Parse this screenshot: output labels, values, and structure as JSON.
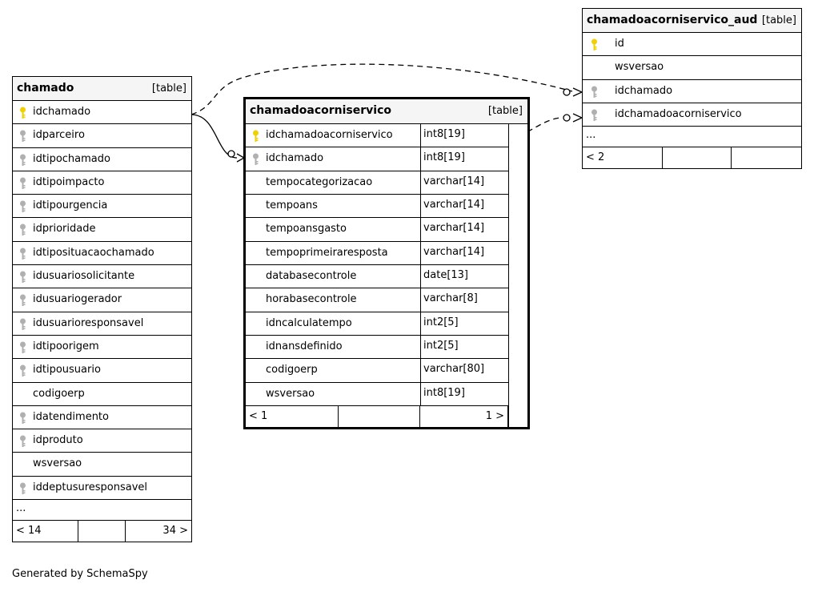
{
  "tables": {
    "chamado": {
      "name": "chamado",
      "type_label": "[table]",
      "columns": [
        {
          "name": "idchamado",
          "key": "primary"
        },
        {
          "name": "idparceiro",
          "key": "foreign"
        },
        {
          "name": "idtipochamado",
          "key": "foreign"
        },
        {
          "name": "idtipoimpacto",
          "key": "foreign"
        },
        {
          "name": "idtipourgencia",
          "key": "foreign"
        },
        {
          "name": "idprioridade",
          "key": "foreign"
        },
        {
          "name": "idtiposituacaochamado",
          "key": "foreign"
        },
        {
          "name": "idusuariosolicitante",
          "key": "foreign"
        },
        {
          "name": "idusuariogerador",
          "key": "foreign"
        },
        {
          "name": "idusuarioresponsavel",
          "key": "foreign"
        },
        {
          "name": "idtipoorigem",
          "key": "foreign"
        },
        {
          "name": "idtipousuario",
          "key": "foreign"
        },
        {
          "name": "codigoerp",
          "key": "none"
        },
        {
          "name": "idatendimento",
          "key": "foreign"
        },
        {
          "name": "idproduto",
          "key": "foreign"
        },
        {
          "name": "wsversao",
          "key": "none"
        },
        {
          "name": "iddeptusuresponsavel",
          "key": "foreign"
        }
      ],
      "more": "...",
      "footer_left": "< 14",
      "footer_right": "34 >"
    },
    "acorni": {
      "name": "chamadoacorniservico",
      "type_label": "[table]",
      "columns": [
        {
          "name": "idchamadoacorniservico",
          "type": "int8[19]",
          "key": "primary"
        },
        {
          "name": "idchamado",
          "type": "int8[19]",
          "key": "foreign"
        },
        {
          "name": "tempocategorizacao",
          "type": "varchar[14]",
          "key": "none"
        },
        {
          "name": "tempoans",
          "type": "varchar[14]",
          "key": "none"
        },
        {
          "name": "tempoansgasto",
          "type": "varchar[14]",
          "key": "none"
        },
        {
          "name": "tempoprimeiraresposta",
          "type": "varchar[14]",
          "key": "none"
        },
        {
          "name": "databasecontrole",
          "type": "date[13]",
          "key": "none"
        },
        {
          "name": "horabasecontrole",
          "type": "varchar[8]",
          "key": "none"
        },
        {
          "name": "idncalculatempo",
          "type": "int2[5]",
          "key": "none"
        },
        {
          "name": "idnansdefinido",
          "type": "int2[5]",
          "key": "none"
        },
        {
          "name": "codigoerp",
          "type": "varchar[80]",
          "key": "none"
        },
        {
          "name": "wsversao",
          "type": "int8[19]",
          "key": "none"
        }
      ],
      "footer_left": "< 1",
      "footer_right": "1 >"
    },
    "aud": {
      "name": "chamadoacorniservico_aud",
      "type_label": "[table]",
      "columns": [
        {
          "name": "id",
          "key": "primary"
        },
        {
          "name": "wsversao",
          "key": "none"
        },
        {
          "name": "idchamado",
          "key": "foreign"
        },
        {
          "name": "idchamadoacorniservico",
          "key": "foreign"
        }
      ],
      "more": "...",
      "footer_left": "< 2"
    }
  },
  "colors": {
    "primary_key": "#f0d000",
    "foreign_key": "#b0b0b0",
    "header_bg": "#f5f5f5"
  },
  "credit": "Generated by SchemaSpy"
}
